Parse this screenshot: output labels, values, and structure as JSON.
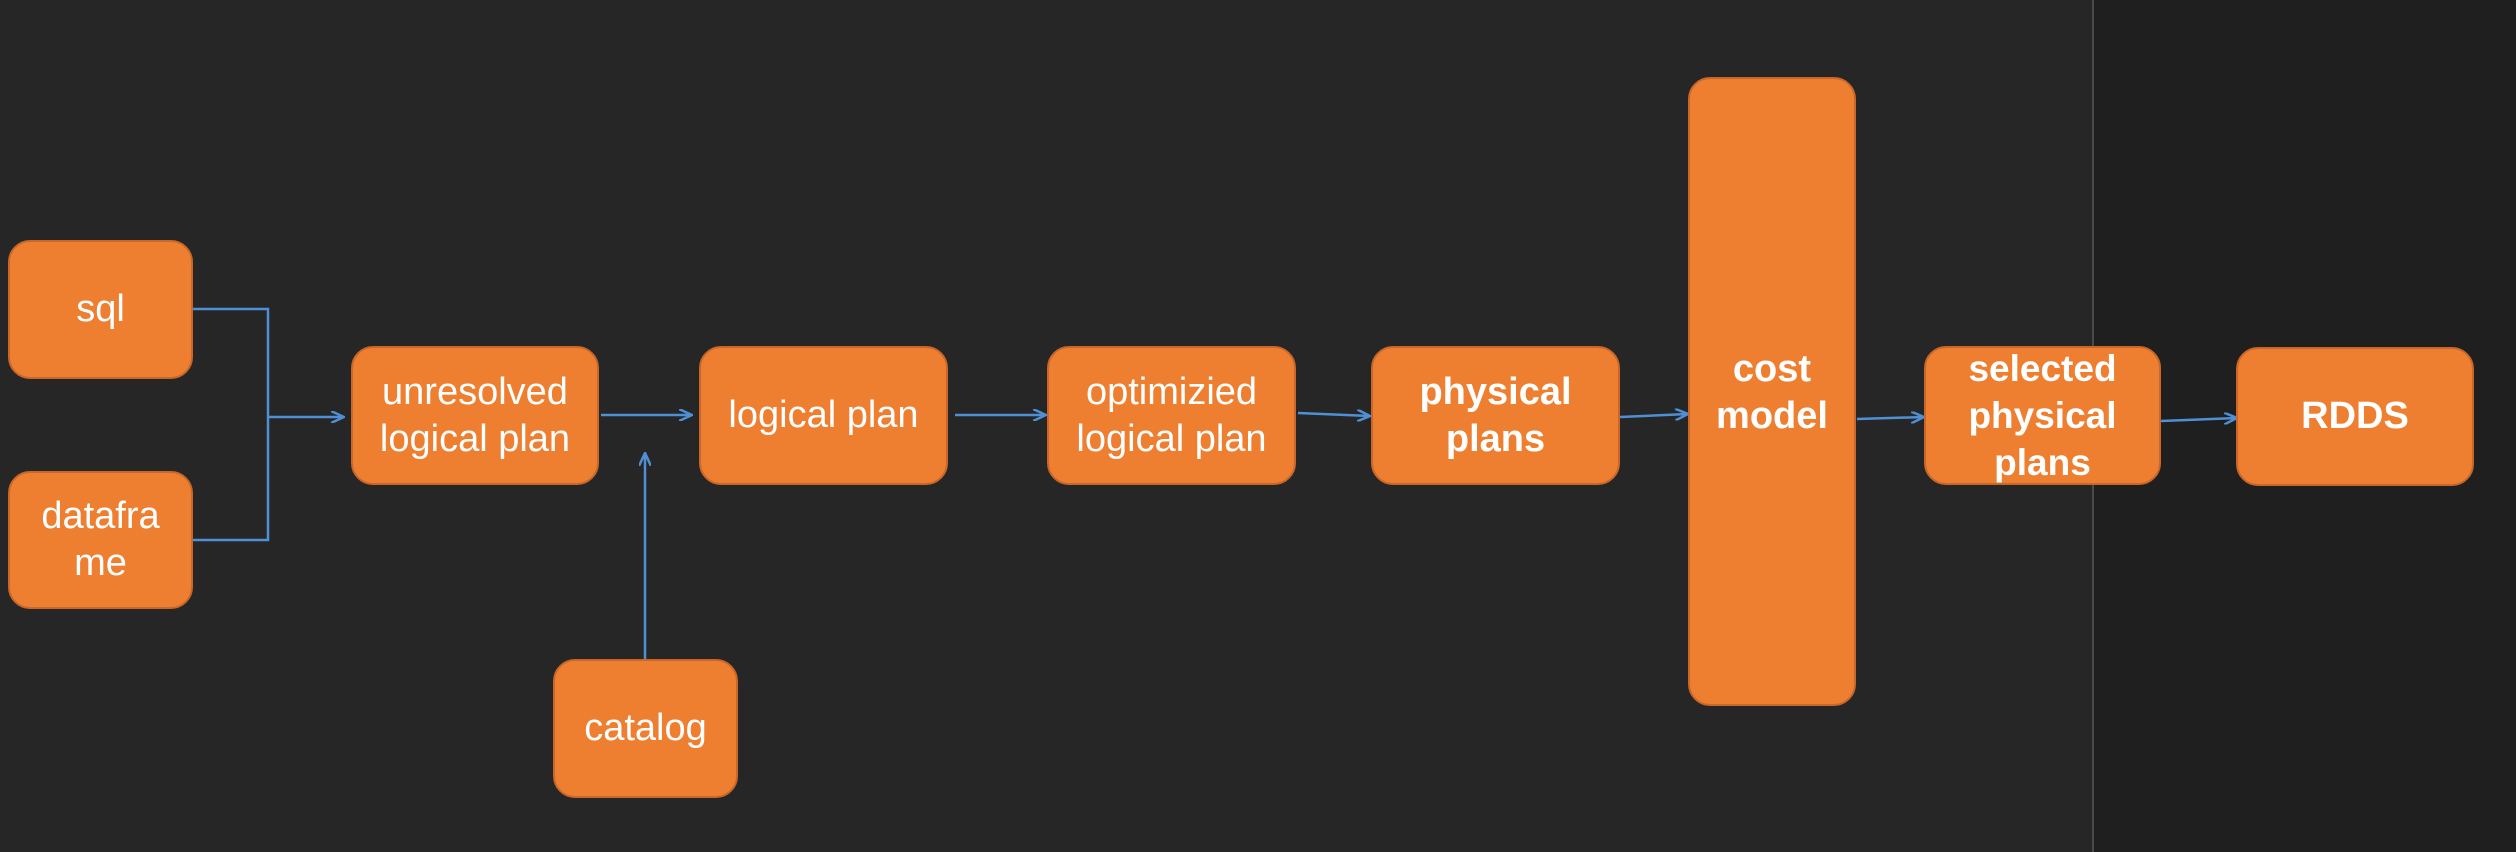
{
  "colors": {
    "background": "#262626",
    "panel": "#1f1f1f",
    "node_fill": "#ee7f31",
    "node_border": "#c9672a",
    "node_text": "#ffffff",
    "connector": "#4f8fd4"
  },
  "nodes": {
    "sql": "sql",
    "dataframe": "datafra\nme",
    "unresolved": "unresolved\nlogical plan",
    "catalog": "catalog",
    "logical_plan": "logical plan",
    "optimized": "optimizied\nlogical plan",
    "physical_plans": "physical\nplans",
    "cost_model": "cost\nmodel",
    "selected_physical_plans": "selected\nphysical\nplans",
    "rdds": "RDDS"
  }
}
